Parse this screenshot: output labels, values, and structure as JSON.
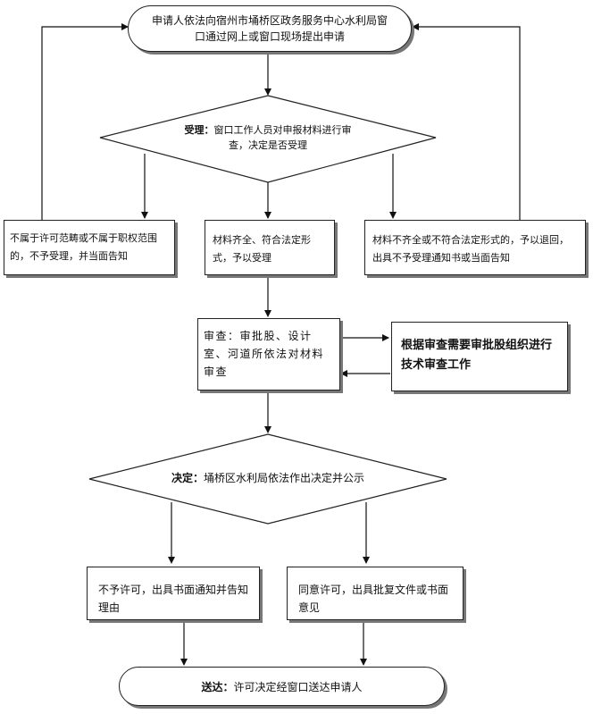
{
  "start": {
    "text": "申请人依法向宿州市埇桥区政务服务中心水利局窗口通过网上或窗口现场提出申请"
  },
  "accept": {
    "label": "受理：",
    "text": "窗口工作人员对申报材料进行审查，决定是否受理"
  },
  "reject_scope": {
    "text": "不属于许可范畴或不属于职权范围的，不予受理，并当面告知"
  },
  "accepted": {
    "text": "材料齐全、符合法定形式，予以受理"
  },
  "incomplete": {
    "text": "材料不齐全或不符合法定形式的，予以退回，出具不予受理通知书或当面告知"
  },
  "review": {
    "text": "审查：审批股、设计室、河道所依法对材料审查"
  },
  "tech_review": {
    "text": "根据审查需要审批股组织进行技术审查工作"
  },
  "decision": {
    "label": "决定：",
    "text": "埇桥区水利局依法作出决定并公示"
  },
  "deny": {
    "text": "不予许可，出具书面通知并告知理由"
  },
  "approve": {
    "text": "同意许可，出具批复文件或书面意见"
  },
  "deliver": {
    "label": "送达：",
    "text": "许可决定经窗口送达申请人"
  }
}
